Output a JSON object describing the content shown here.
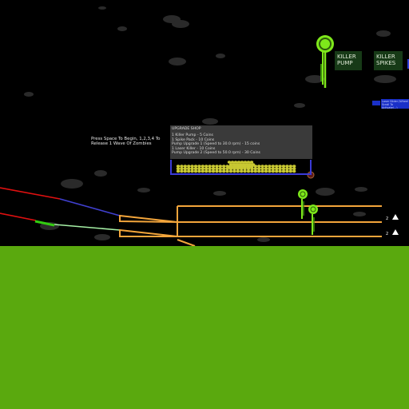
{
  "towers": {
    "killer_pump_label": "KILLER PUMP",
    "killer_spikes_label": "KILLER SPIKES"
  },
  "laser_note": "Laser Slider (Wheel Scroll To Activate/...)",
  "instructions": "Press Space To Begin, 1,2,3,4 To Release 1 Wave Of Zombies",
  "upgrade_shop": {
    "title": "UPGRADE SHOP",
    "items": [
      "1 Killer Pump - 5 Coins",
      "1 Spike Pack - 10 Coins",
      "Pump Upgrade 1 (Speed to 30.0 rpm) - 15 coins",
      "1 Laser Killer - 10 Coins",
      "Pump Upgrade 2 (Speed to 50.0 rpm) - 30 Coins"
    ]
  },
  "lanes": {
    "lane_1_number": "2",
    "lane_2_number": "2"
  },
  "colors": {
    "sky": "#000000",
    "ground": "#5aa90e",
    "lane_rail": "#f3a53b",
    "zombie_green": "#7ee81b",
    "coin": "#c8c832",
    "shop_border": "#3b3bd8",
    "laser_red": "#e01010",
    "laser_blue": "#4040d0",
    "laser_mint": "#a6f0a6"
  },
  "icons": {
    "coin": "coin-icon",
    "zombie": "zombie-head-icon",
    "cloud": "cloud-icon",
    "arrow": "up-arrow-icon"
  }
}
